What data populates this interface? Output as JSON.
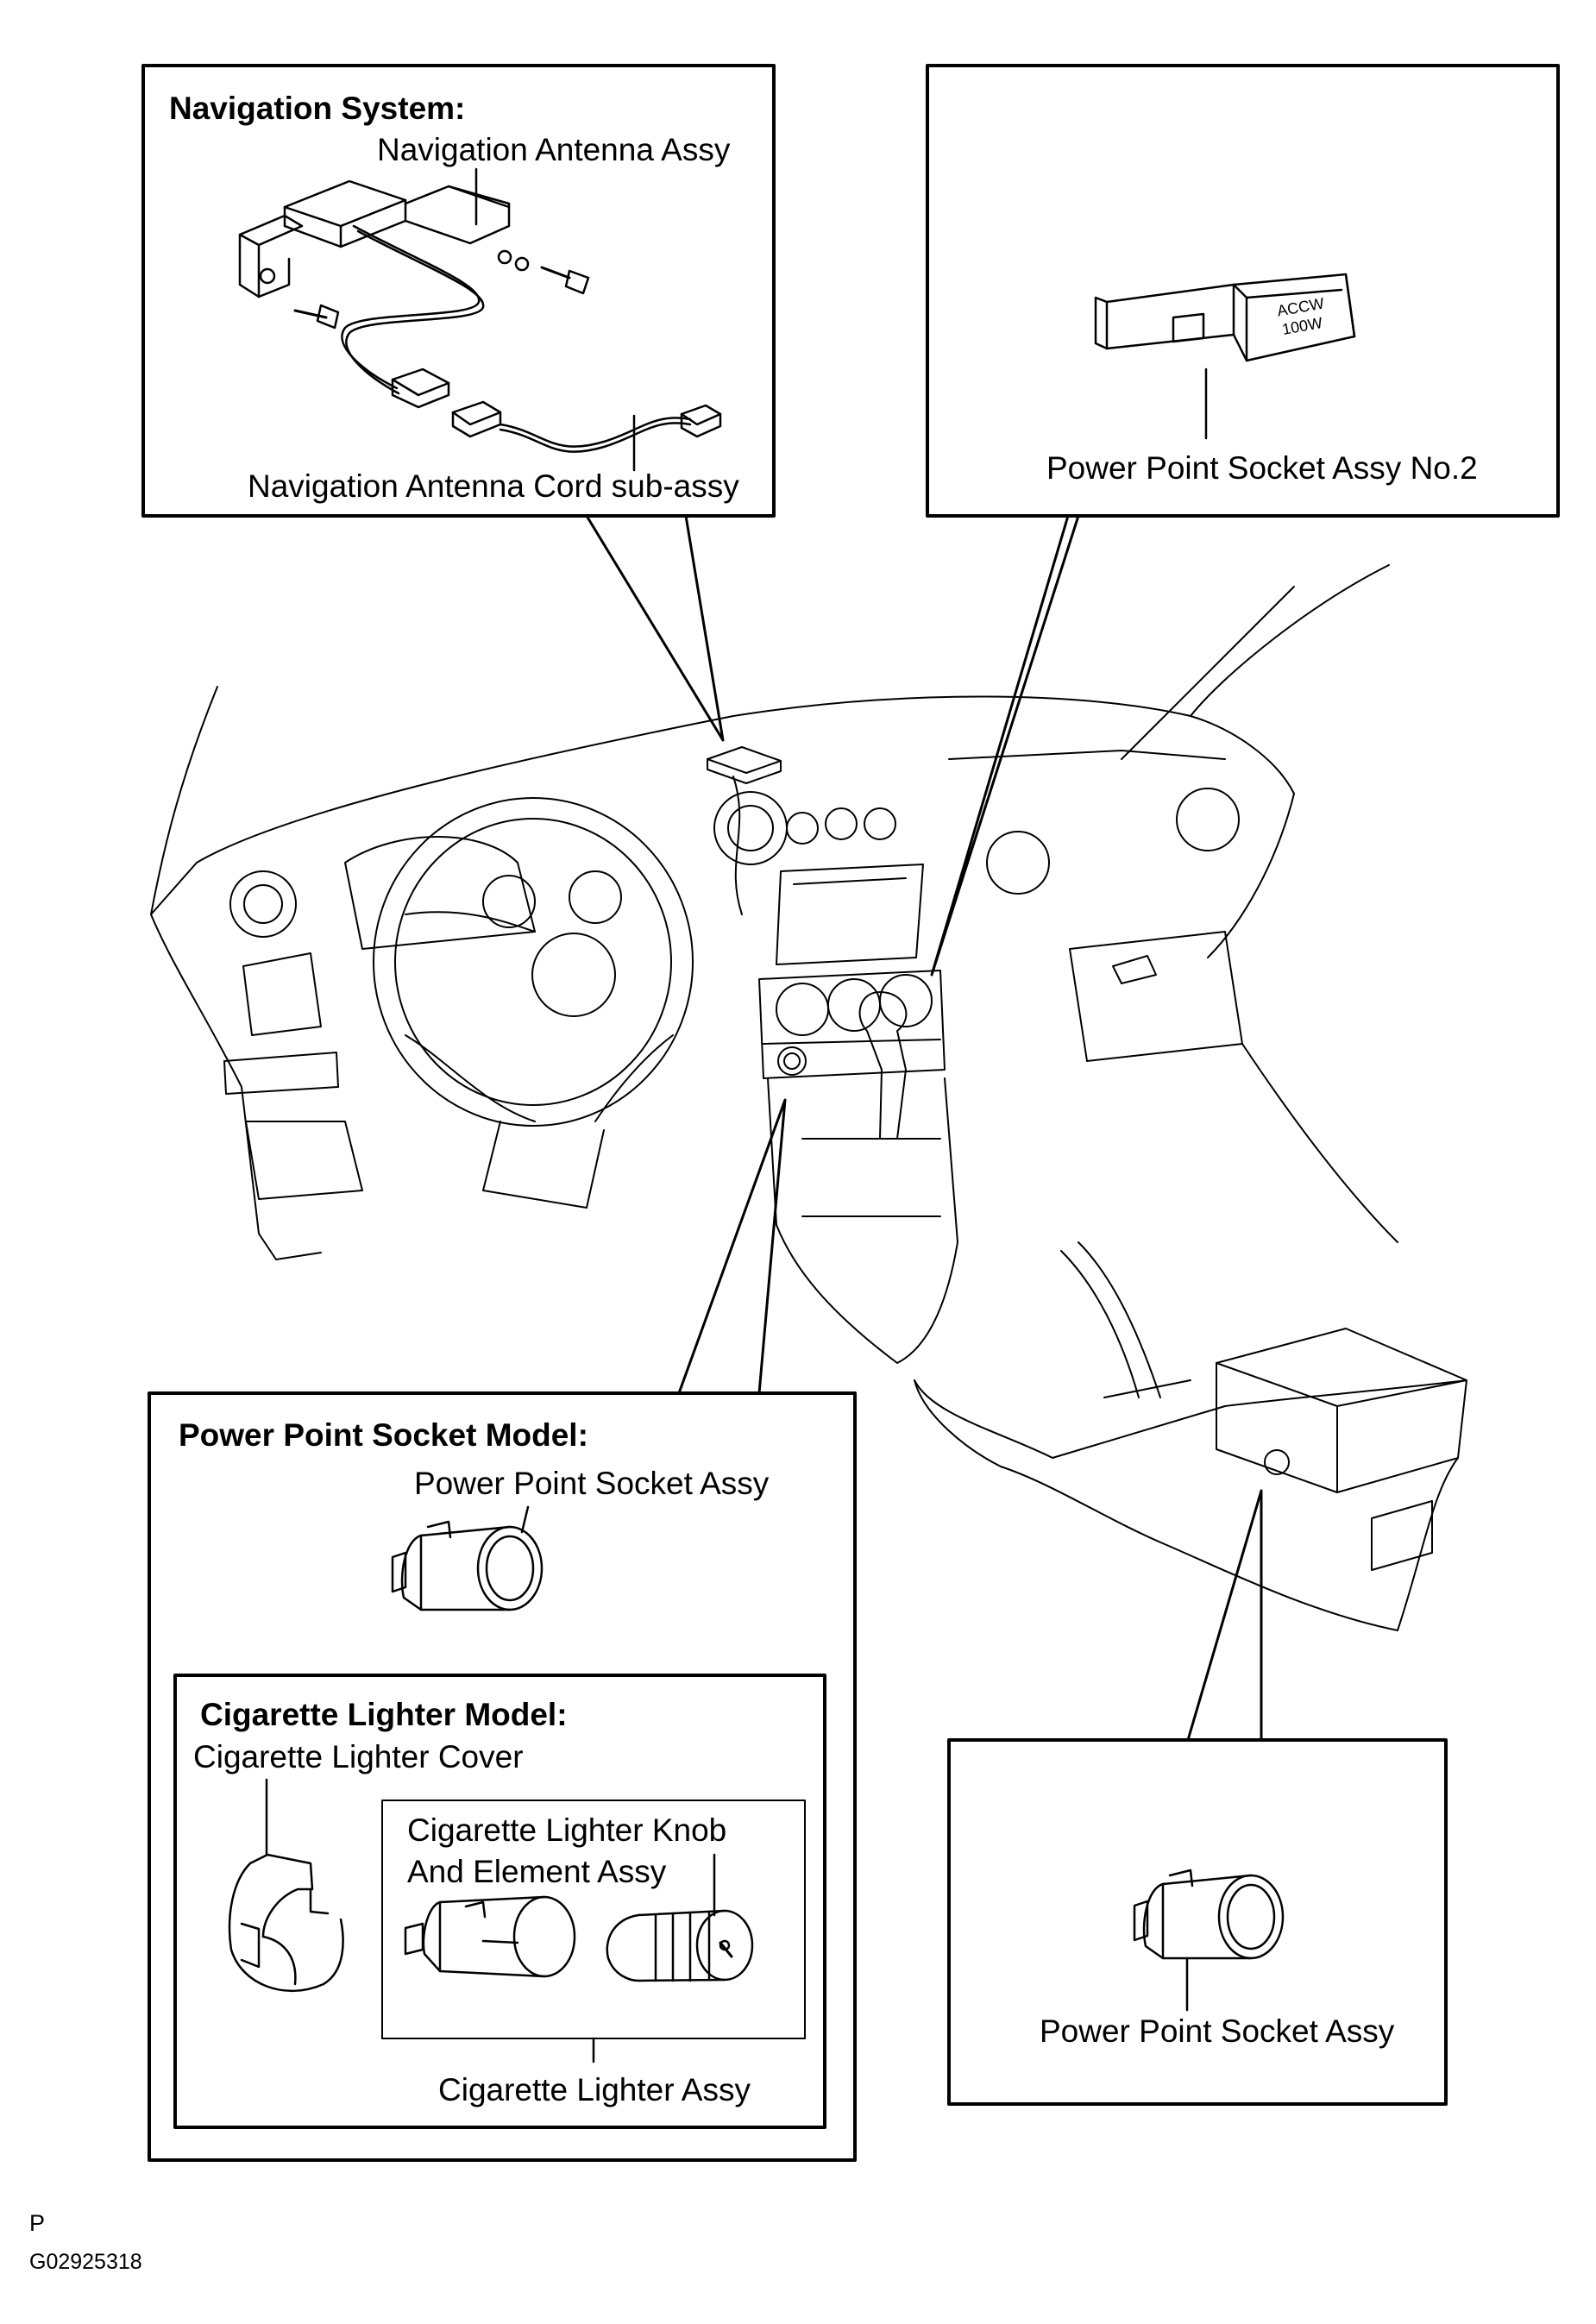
{
  "panels": {
    "navigation": {
      "title": "Navigation System:",
      "antenna_label": "Navigation Antenna Assy",
      "cord_label": "Navigation Antenna Cord sub-assy"
    },
    "power_point_no2": {
      "label": "Power Point Socket Assy No.2",
      "socket_text_1": "ACCW",
      "socket_text_2": "100W"
    },
    "power_point_model": {
      "title": "Power Point Socket Model:",
      "socket_label": "Power Point Socket Assy"
    },
    "cigarette_lighter_model": {
      "title": "Cigarette Lighter  Model:",
      "cover_label": "Cigarette Lighter Cover",
      "knob_label_line1": "Cigarette Lighter Knob",
      "knob_label_line2": "And Element Assy",
      "assy_label": "Cigarette Lighter Assy"
    },
    "rear_socket": {
      "socket_label": "Power Point Socket Assy"
    }
  },
  "footer": {
    "letter": "P",
    "code": "G02925318"
  }
}
